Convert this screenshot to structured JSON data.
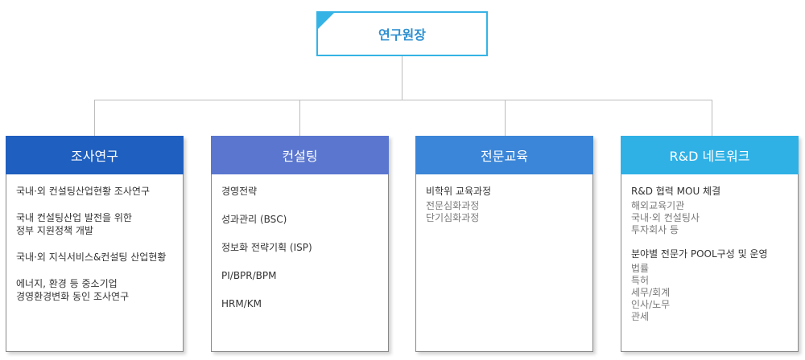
{
  "root": {
    "label": "연구원장"
  },
  "columns": [
    {
      "title": "조사연구",
      "color": "#1f5fbf",
      "items": [
        "국내·외 컨설팅산업현황 조사연구",
        "국내 컨설팅산업 발전을 위한\n정부 지원정책 개발",
        "국내·외 지식서비스&컨설팅 산업현황",
        "에너지, 환경 등 중소기업\n경영환경변화 동인 조사연구"
      ]
    },
    {
      "title": "컨설팅",
      "color": "#5a76cf",
      "items": [
        "경영전략",
        "성과관리 (BSC)",
        "정보화 전략기획 (ISP)",
        "PI/BPR/BPM",
        "HRM/KM"
      ]
    },
    {
      "title": "전문교육",
      "color": "#3b86d8",
      "groups": [
        {
          "title": "비학위 교육과정",
          "items": [
            "전문심화과정",
            "단기심화과정"
          ]
        }
      ]
    },
    {
      "title": "R&D 네트워크",
      "color": "#2fb1e6",
      "groups": [
        {
          "title": "R&D 협력 MOU 체결",
          "items": [
            "해외교육기관",
            "국내·외 컨설팅사",
            "투자회사 등"
          ]
        },
        {
          "title": "분야별 전문가 POOL구성 및 운영",
          "items": [
            "법률",
            "특허",
            "세무/회계",
            "인사/노무",
            "관세"
          ]
        }
      ]
    }
  ]
}
